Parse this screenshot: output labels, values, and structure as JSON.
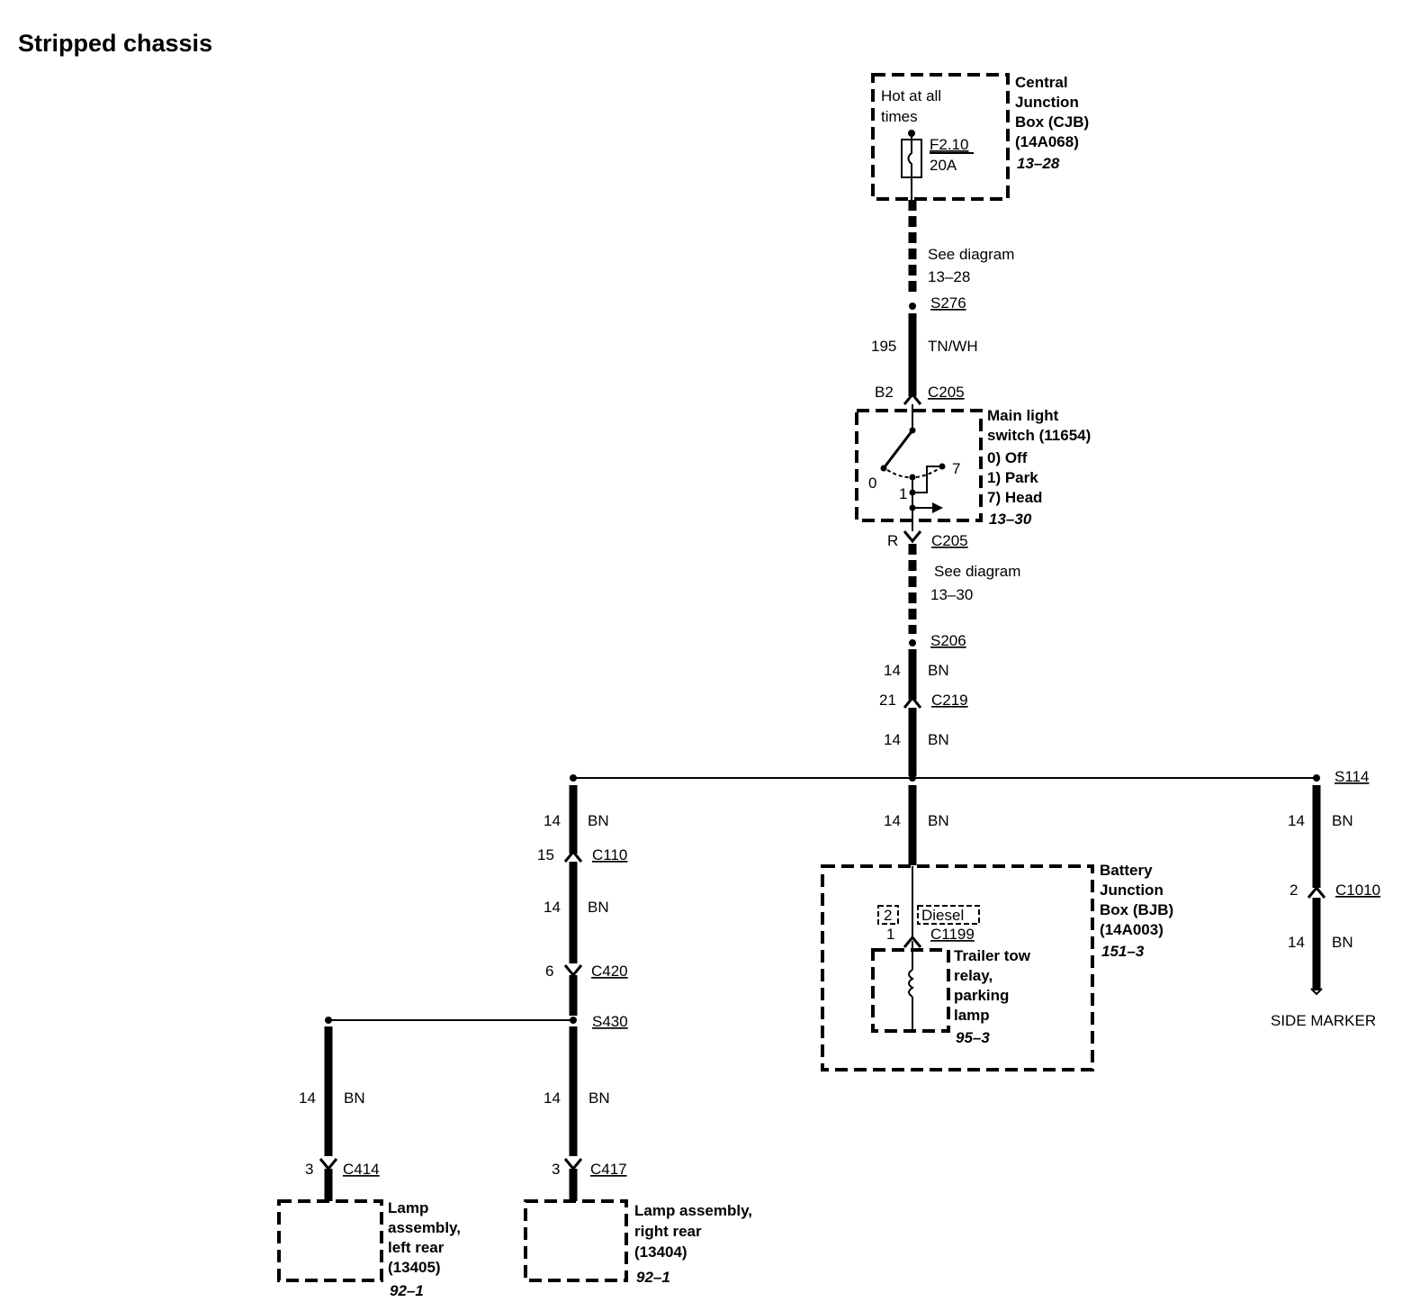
{
  "title": "Stripped chassis",
  "cjb": {
    "name_lines": [
      "Central",
      "Junction",
      "Box (CJB)",
      "(14A068)"
    ],
    "ref": "13–28",
    "hot_text": [
      "Hot at all",
      "times"
    ],
    "fuse": "F2.10",
    "fuse_rating": "20A"
  },
  "see_diagram_1": [
    "See diagram",
    "13–28"
  ],
  "splice_s276": "S276",
  "wire_195": {
    "circuit": "195",
    "color": "TN/WH"
  },
  "c205_top": {
    "pin": "B2",
    "connector": "C205"
  },
  "main_light_switch": {
    "name_lines": [
      "Main light",
      "switch (11654)",
      "0) Off",
      "1) Park",
      "7) Head"
    ],
    "ref": "13–30",
    "pos_labels": [
      "0",
      "1",
      "7"
    ]
  },
  "c205_bottom": {
    "pin": "R",
    "connector": "C205"
  },
  "see_diagram_2": [
    "See diagram",
    "13–30"
  ],
  "splice_s206": "S206",
  "wire_14_a": {
    "circuit": "14",
    "color": "BN"
  },
  "c219": {
    "pin": "21",
    "connector": "C219"
  },
  "wire_14_b": {
    "circuit": "14",
    "color": "BN"
  },
  "splice_s114": "S114",
  "left_branch": {
    "wire_top": {
      "circuit": "14",
      "color": "BN"
    },
    "c110": {
      "pin": "15",
      "connector": "C110"
    },
    "wire_mid": {
      "circuit": "14",
      "color": "BN"
    },
    "c420": {
      "pin": "6",
      "connector": "C420"
    },
    "splice_s430": "S430"
  },
  "lamp_left": {
    "wire": {
      "circuit": "14",
      "color": "BN"
    },
    "connector": {
      "pin": "3",
      "connector": "C414"
    },
    "name_lines": [
      "Lamp",
      "assembly,",
      "left rear",
      "(13405)"
    ],
    "ref": "92–1"
  },
  "lamp_right": {
    "wire": {
      "circuit": "14",
      "color": "BN"
    },
    "connector": {
      "pin": "3",
      "connector": "C417"
    },
    "name_lines": [
      "Lamp assembly,",
      "right rear",
      "(13404)"
    ],
    "ref": "92–1"
  },
  "center_branch": {
    "wire": {
      "circuit": "14",
      "color": "BN"
    }
  },
  "bjb": {
    "name_lines": [
      "Battery",
      "Junction",
      "Box (BJB)",
      "(14A003)"
    ],
    "ref": "151–3",
    "alt_pin": "2",
    "pin": "1",
    "diesel": "Diesel",
    "connector": "C1199",
    "relay_lines": [
      "Trailer tow",
      "relay,",
      "parking",
      "lamp"
    ],
    "relay_ref": "95–3"
  },
  "right_branch": {
    "wire_top": {
      "circuit": "14",
      "color": "BN"
    },
    "c1010": {
      "pin": "2",
      "connector": "C1010"
    },
    "wire_bottom": {
      "circuit": "14",
      "color": "BN"
    },
    "end_label": "SIDE MARKER"
  }
}
